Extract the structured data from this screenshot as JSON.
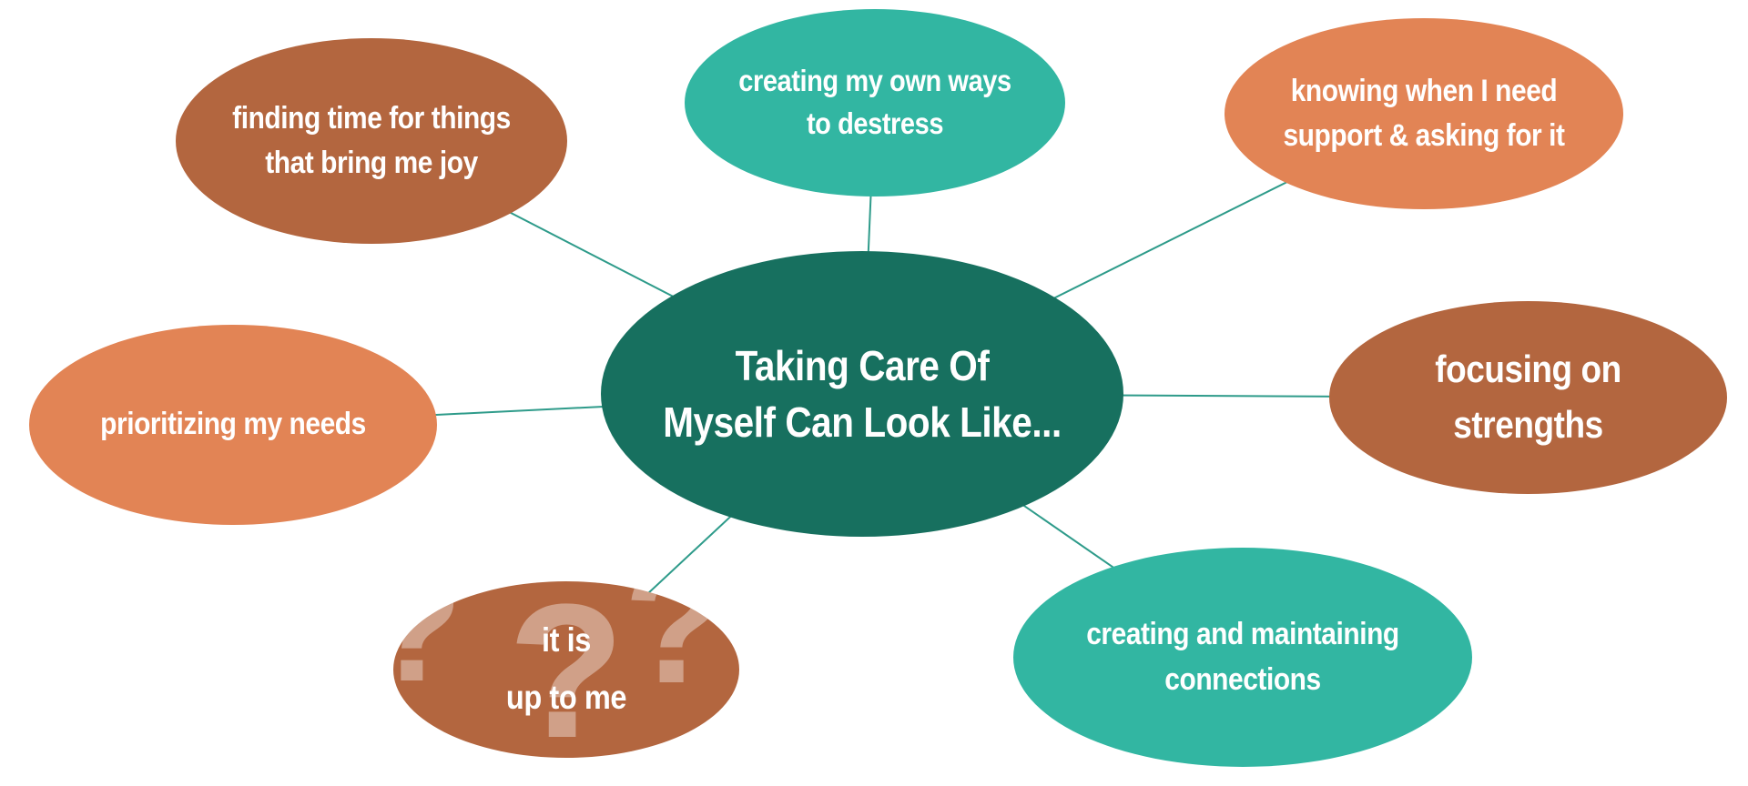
{
  "diagram": {
    "title": "Taking Care Of Myself Can Look Like...",
    "background": "#FFFFFF",
    "line_color": "#2E9B8A",
    "center": {
      "id": "center",
      "lines": [
        "Taking Care Of",
        "Myself Can Look Like..."
      ],
      "color": "#17705F"
    },
    "nodes": [
      {
        "id": "finding-time",
        "lines": [
          "finding time for things",
          "that bring me joy"
        ],
        "color": "#B3663F"
      },
      {
        "id": "destress",
        "lines": [
          "creating my own ways",
          "to destress"
        ],
        "color": "#32B6A2"
      },
      {
        "id": "support",
        "lines": [
          "knowing when I need",
          "support & asking for it"
        ],
        "color": "#E28455"
      },
      {
        "id": "prioritizing",
        "lines": [
          "prioritizing my needs"
        ],
        "color": "#E28455"
      },
      {
        "id": "strengths",
        "lines": [
          "focusing on",
          "strengths"
        ],
        "color": "#B3663F"
      },
      {
        "id": "up-to-me",
        "lines": [
          "it is",
          "up to me"
        ],
        "color": "#B3663F"
      },
      {
        "id": "connections",
        "lines": [
          "creating and maintaining",
          "connections"
        ],
        "color": "#32B6A2"
      }
    ],
    "edges": [
      [
        "center",
        "finding-time"
      ],
      [
        "center",
        "destress"
      ],
      [
        "center",
        "support"
      ],
      [
        "center",
        "prioritizing"
      ],
      [
        "center",
        "strengths"
      ],
      [
        "center",
        "up-to-me"
      ],
      [
        "center",
        "connections"
      ]
    ],
    "question_marks": [
      "?",
      "?",
      "?"
    ]
  }
}
